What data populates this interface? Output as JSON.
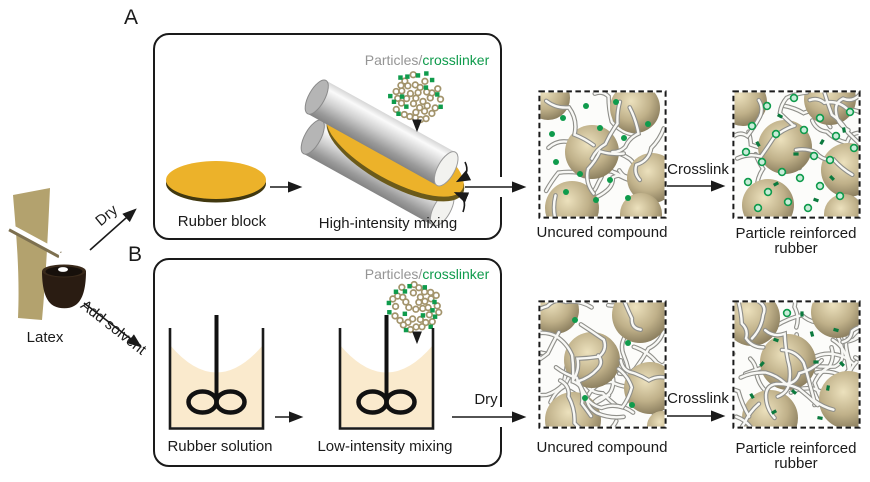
{
  "labels": {
    "section_a": "A",
    "section_b": "B",
    "latex": "Latex",
    "dry_top": "Dry",
    "add_solvent": "Add solvent",
    "rubber_block": "Rubber block",
    "high_intensity_mixing": "High-intensity mixing",
    "rubber_solution": "Rubber solution",
    "low_intensity_mixing": "Low-intensity mixing",
    "dry_bottom": "Dry",
    "particles_prefix": "Particles/",
    "crosslinker": "crosslinker",
    "uncured_compound": "Uncured compound",
    "crosslink": "Crosslink",
    "particle_reinforced_line1": "Particle reinforced",
    "particle_reinforced_line2": "rubber"
  },
  "colors": {
    "ink": "#1a1a1a",
    "gray_text": "#959595",
    "green": "#0f9b4c",
    "green_dark": "#0c7a3e",
    "node_fill": "#c9ecd9",
    "rubber_yellow": "#ecb22a",
    "rubber_shadow": "#41380f",
    "trunk_tan": "#b3a26e",
    "cup_brown": "#2a1c12",
    "liquid_cream": "#faeacd",
    "chain_outline": "#8f8f8a",
    "chain_fill": "#f8f8f5",
    "sphere_light": "#ece1bd",
    "sphere_mid": "#bfb089",
    "sphere_dark": "#7f7355",
    "particle_ring": "#a3946c"
  }
}
